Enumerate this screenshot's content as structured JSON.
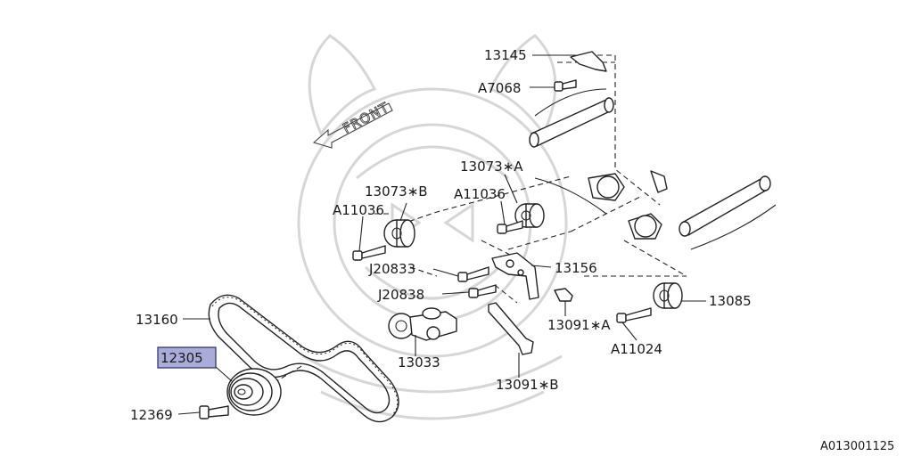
{
  "direction_label": "FRONT",
  "figure_id": "A013001125",
  "highlight_color": "#a9acd8",
  "parts": {
    "p13145": "13145",
    "a7068": "A7068",
    "p13073a": "13073∗A",
    "p13073b": "13073∗B",
    "a11036_left": "A11036",
    "a11036_mid": "A11036",
    "j20833": "J20833",
    "j20838": "J20838",
    "p13156": "13156",
    "p13160": "13160",
    "p12305": "12305",
    "p13033": "13033",
    "p13091a": "13091∗A",
    "p13091b": "13091∗B",
    "p13085": "13085",
    "a11024": "A11024",
    "p12369": "12369"
  }
}
